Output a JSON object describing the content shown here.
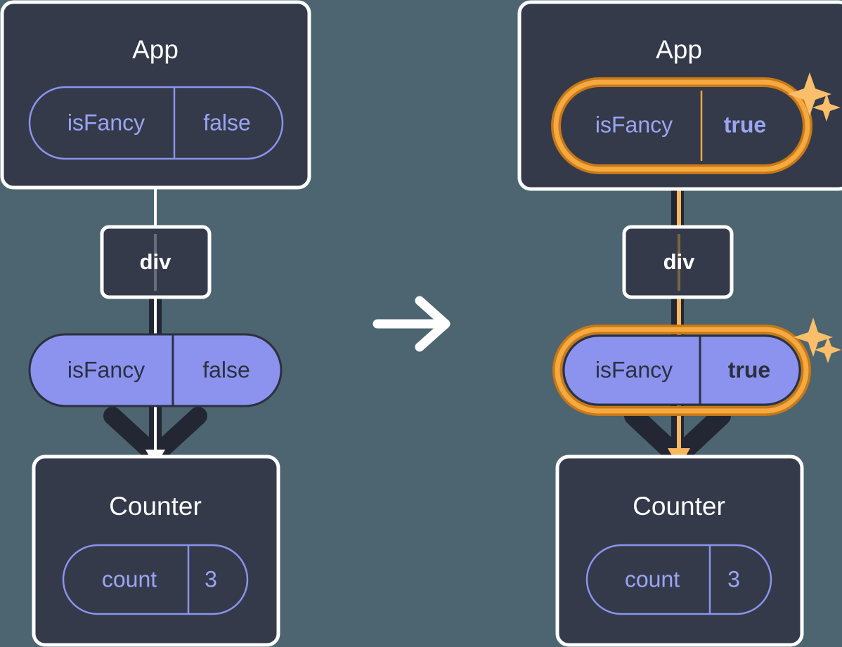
{
  "meta": {
    "background_color": "#4c6570",
    "panel_color": "#343a49",
    "panel_stroke": "#ffffff",
    "pill_fill": "#8b93ee",
    "pill_outline_stroke": "#8b93ee",
    "pill_text_dark": "#2b3040",
    "pill_text_light": "#9aa5f5",
    "connector_dark": "#232733",
    "connector_light": "#ffffff",
    "highlight_outer": "#c87918",
    "highlight_inner": "#f5a93f",
    "sparkle_color": "#fbbe6b"
  },
  "left": {
    "app": {
      "title": "App",
      "pill": {
        "key": "isFancy",
        "value": "false",
        "style": "outline",
        "highlighted": false
      }
    },
    "div": {
      "label": "div"
    },
    "prop_pill": {
      "key": "isFancy",
      "value": "false",
      "style": "solid",
      "highlighted": false
    },
    "counter": {
      "title": "Counter",
      "pill": {
        "key": "count",
        "value": "3",
        "style": "outline",
        "highlighted": false
      }
    }
  },
  "transition": {
    "icon": "arrow-right-icon"
  },
  "right": {
    "app": {
      "title": "App",
      "pill": {
        "key": "isFancy",
        "value": "true",
        "style": "outline",
        "highlighted": true
      }
    },
    "div": {
      "label": "div"
    },
    "prop_pill": {
      "key": "isFancy",
      "value": "true",
      "style": "solid",
      "highlighted": true
    },
    "counter": {
      "title": "Counter",
      "pill": {
        "key": "count",
        "value": "3",
        "style": "outline",
        "highlighted": false
      }
    },
    "sparkles": [
      {
        "name": "sparkle-app-large"
      },
      {
        "name": "sparkle-app-small"
      },
      {
        "name": "sparkle-prop-large"
      },
      {
        "name": "sparkle-prop-small"
      }
    ]
  }
}
